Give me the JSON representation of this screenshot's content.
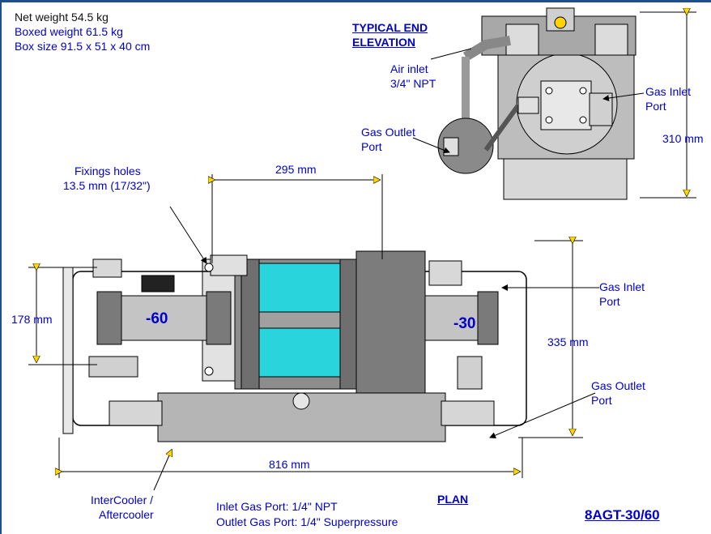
{
  "specs": {
    "net_weight": "Net weight 54.5 kg",
    "boxed_weight": "Boxed weight 61.5 kg",
    "box_size": "Box size 91.5 x 51 x 40 cm"
  },
  "elevation": {
    "title_line1": "TYPICAL END",
    "title_line2": "ELEVATION",
    "air_inlet_1": "Air inlet",
    "air_inlet_2": "3/4\" NPT",
    "gas_inlet_1": "Gas Inlet",
    "gas_inlet_2": "Port",
    "gas_outlet_1": "Gas Outlet",
    "gas_outlet_2": "Port",
    "height": "310 mm"
  },
  "plan": {
    "fixings_1": "Fixings holes",
    "fixings_2": "13.5 mm (17/32\")",
    "dim_295": "295 mm",
    "dim_178": "178 mm",
    "dim_335": "335 mm",
    "dim_816": "816 mm",
    "gas_inlet_1": "Gas Inlet",
    "gas_inlet_2": "Port",
    "gas_outlet_1": "Gas Outlet",
    "gas_outlet_2": "Port",
    "cyl_left": "-60",
    "cyl_right": "-30",
    "intercooler_1": "InterCooler /",
    "intercooler_2": "Aftercooler",
    "plan_label": "PLAN",
    "inlet_port": "Inlet Gas Port: 1/4\" NPT",
    "outlet_port": "Outlet Gas Port: 1/4\" Superpressure",
    "model": "8AGT-30/60"
  },
  "colors": {
    "accent": "#1f4e8c",
    "label_blue": "#0000cc",
    "cylinder_cyan": "#29d3dc",
    "body_gray": "#b9b9b9",
    "dark_gray": "#707070"
  }
}
